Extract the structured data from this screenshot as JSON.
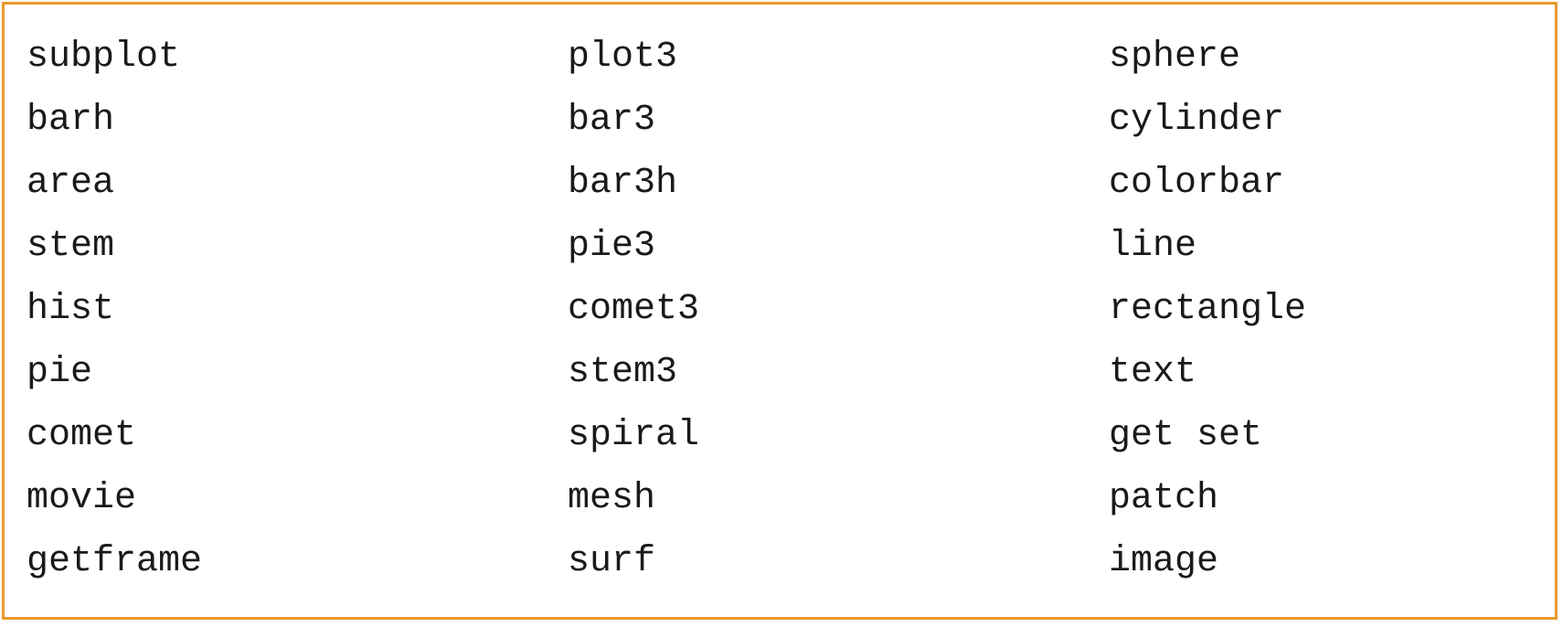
{
  "colors": {
    "border": "#e89a2c",
    "text": "#1a1a1a",
    "background": "#ffffff"
  },
  "columns": [
    [
      "subplot",
      "barh",
      "area",
      "stem",
      "hist",
      "pie",
      "comet",
      "movie",
      "getframe"
    ],
    [
      "plot3",
      "bar3",
      "bar3h",
      "pie3",
      "comet3",
      "stem3",
      "spiral",
      "mesh",
      "surf"
    ],
    [
      "sphere",
      "cylinder",
      "colorbar",
      "line",
      "rectangle",
      "text",
      "get set",
      "patch",
      "image"
    ]
  ]
}
